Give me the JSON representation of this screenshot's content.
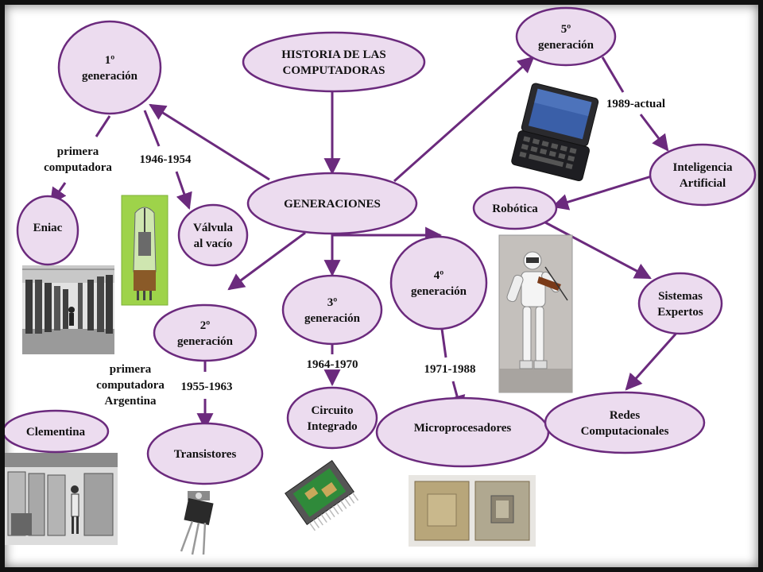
{
  "colors": {
    "node_fill": "#ecdcef",
    "node_stroke": "#6b2a7d",
    "edge": "#6b2a7d"
  },
  "nodes": {
    "historia": [
      "HISTORIA DE LAS",
      "COMPUTADORAS"
    ],
    "generaciones": [
      "GENERACIONES"
    ],
    "gen1": [
      "1º",
      "generación"
    ],
    "gen2": [
      "2º",
      "generación"
    ],
    "gen3": [
      "3º",
      "generación"
    ],
    "gen4": [
      "4º",
      "generación"
    ],
    "gen5": [
      "5º",
      "generación"
    ],
    "eniac": [
      "Eniac"
    ],
    "valvula": [
      "Válvula",
      "al vacío"
    ],
    "clementina": [
      "Clementina"
    ],
    "transistores": [
      "Transistores"
    ],
    "circuito": [
      "Circuito",
      "Integrado"
    ],
    "microprocesadores": [
      "Microprocesadores"
    ],
    "inteligencia": [
      "Inteligencia",
      "Artificial"
    ],
    "robotica": [
      "Robótica"
    ],
    "sistemas": [
      "Sistemas",
      "Expertos"
    ],
    "redes": [
      "Redes",
      "Computacionales"
    ]
  },
  "edge_labels": {
    "primera_computadora": [
      "primera",
      "computadora"
    ],
    "gen1_years": "1946-1954",
    "primera_argentina": [
      "primera",
      "computadora",
      "Argentina"
    ],
    "gen2_years": "1955-1963",
    "gen3_years": "1964-1970",
    "gen4_years": "1971-1988",
    "gen5_years": "1989-actual"
  },
  "images": {
    "eniac_photo": "eniac-room-photo",
    "vacuum_tube": "vacuum-tube-photo",
    "clementina_photo": "clementina-computer-photo",
    "transistor": "transistor-photo",
    "integrated_circuit": "integrated-circuit-photo",
    "microprocessors": "microprocessor-chips-photo",
    "robot": "violin-robot-photo",
    "netbook": "netbook-photo"
  }
}
